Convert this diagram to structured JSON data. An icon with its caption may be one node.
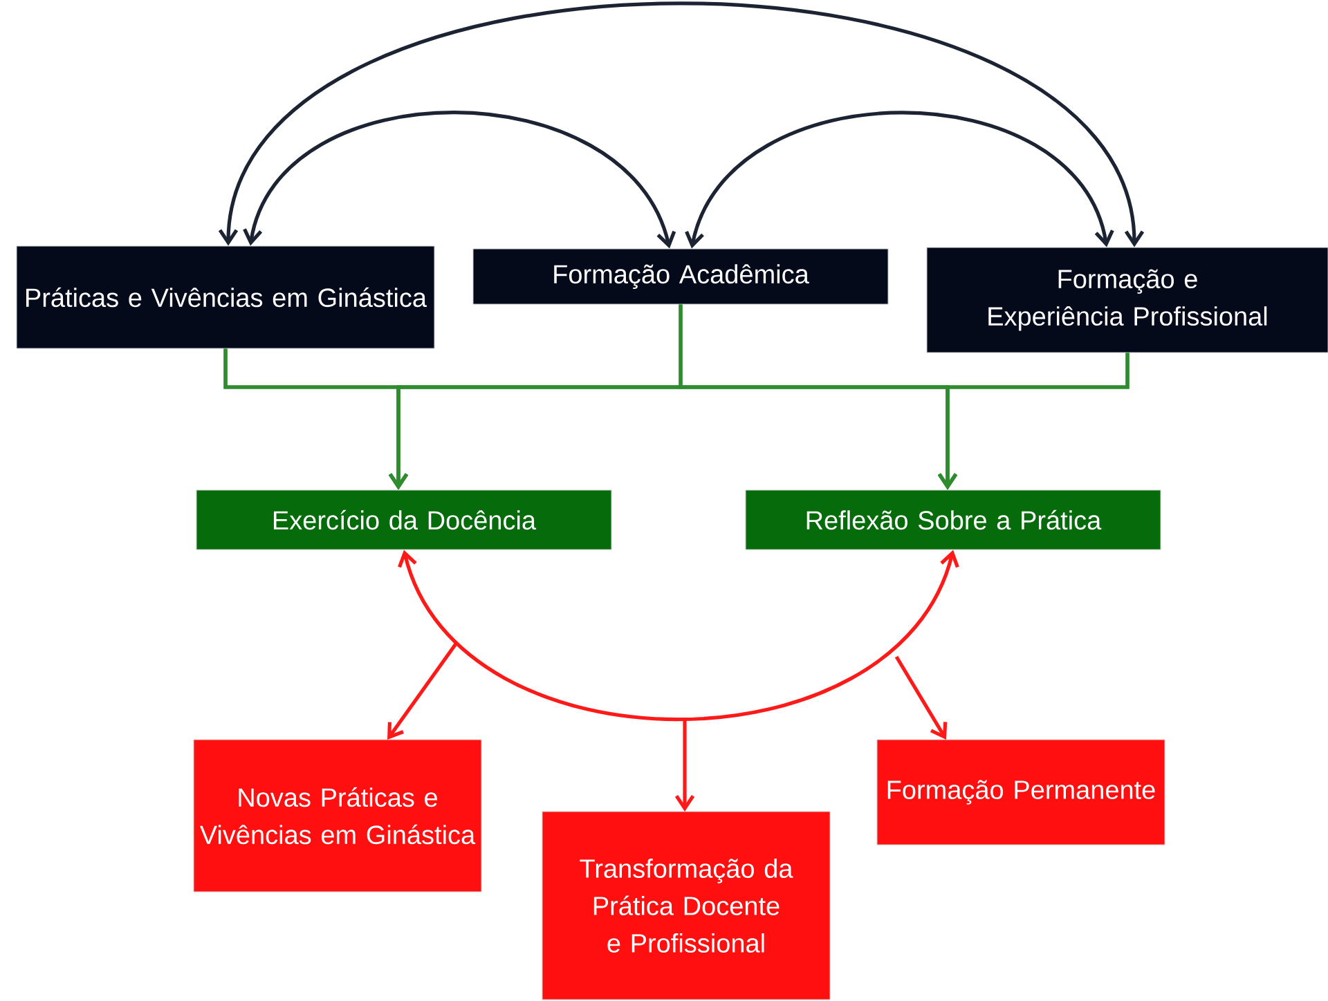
{
  "diagram": {
    "nodes": [
      {
        "text": [
          "Práticas e Vivências em Ginástica"
        ]
      },
      {
        "text": [
          "Formação Acadêmica"
        ]
      },
      {
        "text": [
          "Formação e Experiência Profissional"
        ]
      },
      {
        "text": [
          "Exercício da Docência"
        ]
      },
      {
        "text": [
          "Reflexão Sobre a Prática"
        ]
      },
      {
        "text": [
          "Novas Práticas e Vivências em Ginástica"
        ]
      },
      {
        "text": [
          "Transformação da Prática Docente e Profissional"
        ]
      },
      {
        "text": [
          "Formação Permanente"
        ]
      }
    ],
    "edges": [
      {
        "from": 0,
        "to": 2,
        "arrow": "both",
        "color": "#1c2333"
      },
      {
        "from": 0,
        "to": 1,
        "arrow": "both",
        "color": "#1c2333"
      },
      {
        "from": 1,
        "to": 2,
        "arrow": "both",
        "color": "#1c2333"
      },
      {
        "from": 0,
        "to": 3,
        "arrow": "to"
      },
      {
        "from": 1,
        "to": 3,
        "arrow": "to"
      },
      {
        "from": 2,
        "to": 3,
        "arrow": "to"
      },
      {
        "from": 0,
        "to": 4,
        "arrow": "to"
      },
      {
        "from": 1,
        "to": 4,
        "arrow": "to"
      },
      {
        "from": 2,
        "to": 4,
        "arrow": "to"
      },
      {
        "from": 3,
        "to": 4,
        "arrow": "both",
        "color": "#ff1a1a"
      },
      {
        "from": null,
        "to": 5,
        "arrow": "to",
        "color": "#ff1a1a"
      },
      {
        "from": null,
        "to": 6,
        "arrow": "to",
        "color": "#ff1a1a"
      },
      {
        "from": null,
        "to": 7,
        "arrow": "to",
        "color": "#ff1a1a"
      }
    ]
  }
}
